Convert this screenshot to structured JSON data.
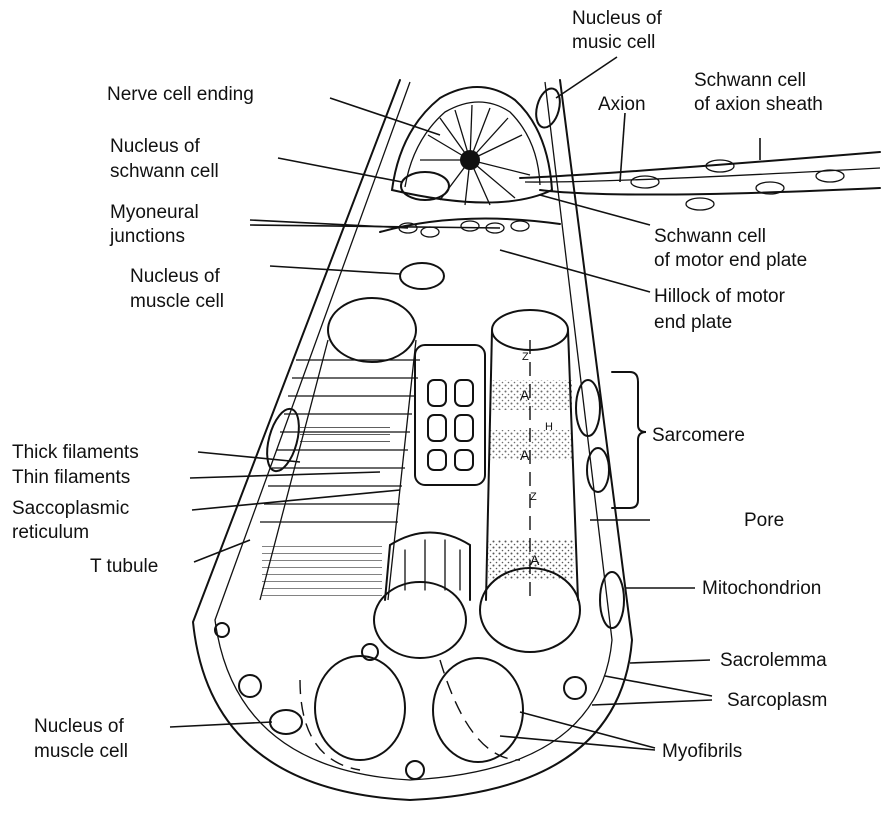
{
  "labels": {
    "nucleus_music_cell": [
      "Nucleus of",
      "music cell"
    ],
    "axion": "Axion",
    "schwann_axion_sheath": [
      "Schwann cell",
      "of axion sheath"
    ],
    "nerve_cell_ending": "Nerve cell ending",
    "nucleus_schwann_cell": [
      "Nucleus of",
      "schwann cell"
    ],
    "myoneural_junctions": [
      "Myoneural",
      "junctions"
    ],
    "schwann_motor_end_plate": [
      "Schwann cell",
      "of motor end plate"
    ],
    "nucleus_muscle_cell_top": [
      "Nucleus of",
      "muscle cell"
    ],
    "hillock_motor_end_plate": [
      "Hillock of motor",
      "end plate"
    ],
    "sarcomere": "Sarcomere",
    "thick_filaments": "Thick filaments",
    "thin_filaments": "Thin filaments",
    "saccoplasmic_reticulum": [
      "Saccoplasmic",
      "reticulum"
    ],
    "pore": "Pore",
    "t_tubule": "T tubule",
    "mitochondrion": "Mitochondrion",
    "sacrolemma": "Sacrolemma",
    "sarcoplasm": "Sarcoplasm",
    "nucleus_muscle_cell_bottom": [
      "Nucleus of",
      "muscle cell"
    ],
    "myofibrils": "Myofibrils"
  },
  "band_letters": [
    "Z",
    "A",
    "H",
    "A",
    "Z",
    "A"
  ]
}
